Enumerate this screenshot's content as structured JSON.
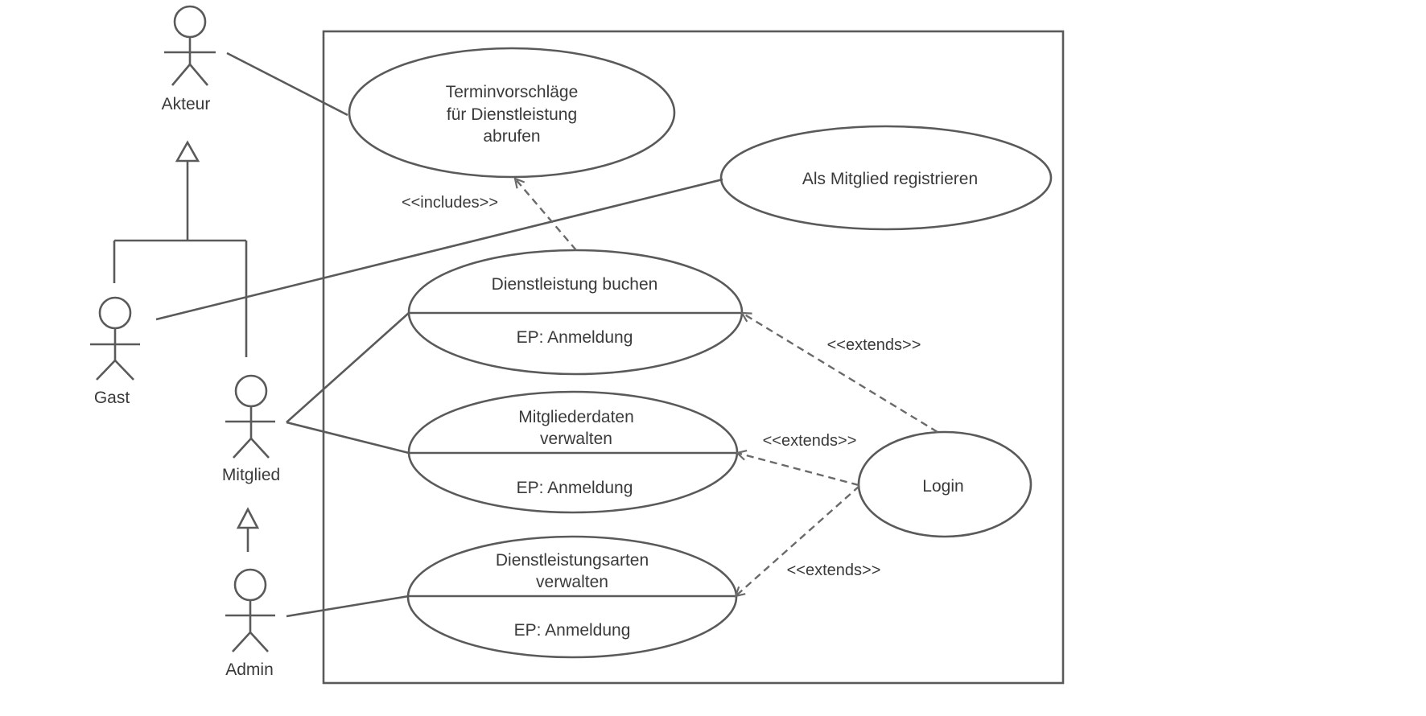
{
  "actors": {
    "akteur": "Akteur",
    "gast": "Gast",
    "mitglied": "Mitglied",
    "admin": "Admin"
  },
  "use_cases": {
    "termin": [
      "Terminvorschläge",
      "für Dienstleistung",
      "abrufen"
    ],
    "registrieren": "Als Mitglied registrieren",
    "buchen": {
      "title": "Dienstleistung buchen",
      "ext_point": "EP: Anmeldung"
    },
    "mitgliederdaten": {
      "title": [
        "Mitgliederdaten",
        "verwalten"
      ],
      "ext_point": "EP: Anmeldung"
    },
    "dienstleistungsarten": {
      "title": [
        "Dienstleistungsarten",
        "verwalten"
      ],
      "ext_point": "EP: Anmeldung"
    },
    "login": "Login"
  },
  "stereotypes": {
    "includes": "<<includes>>",
    "extends_buchen": "<<extends>>",
    "extends_mitgliederdaten": "<<extends>>",
    "extends_dienstleistungsarten": "<<extends>>"
  }
}
